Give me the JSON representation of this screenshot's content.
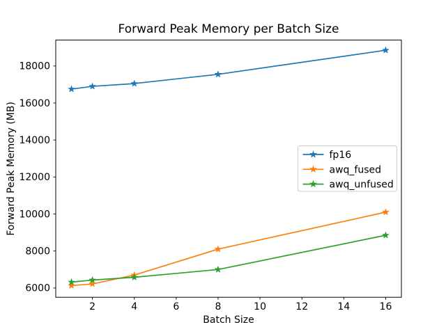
{
  "chart_data": {
    "type": "line",
    "title": "Forward Peak Memory per Batch Size",
    "xlabel": "Batch Size",
    "ylabel": "Forward Peak Memory (MB)",
    "x": [
      1,
      2,
      4,
      8,
      16
    ],
    "series": [
      {
        "name": "fp16",
        "color": "#1f77b4",
        "values": [
          16750,
          16900,
          17050,
          17550,
          18850
        ]
      },
      {
        "name": "awq_fused",
        "color": "#ff7f0e",
        "values": [
          6130,
          6220,
          6700,
          8100,
          10100
        ]
      },
      {
        "name": "awq_unfused",
        "color": "#2ca02c",
        "values": [
          6320,
          6430,
          6580,
          7000,
          8850
        ]
      }
    ],
    "xlim": [
      0.25,
      16.75
    ],
    "ylim": [
      5500,
      19400
    ],
    "xticks": [
      2,
      4,
      6,
      8,
      10,
      12,
      14,
      16
    ],
    "yticks": [
      6000,
      8000,
      10000,
      12000,
      14000,
      16000,
      18000
    ],
    "grid": false,
    "marker": "star",
    "legend_position": "center-right",
    "axis_color": "#000000",
    "legend_border_color": "#cccccc",
    "background_color": "#ffffff"
  }
}
